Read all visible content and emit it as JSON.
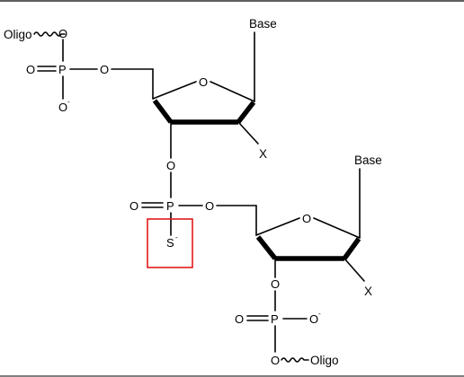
{
  "labels": {
    "oligo_top": "Oligo",
    "oligo_bottom": "Oligo",
    "base_top": "Base",
    "base_bottom": "Base",
    "x_top": "X",
    "x_bottom": "X"
  },
  "atoms": {
    "oxygen": "O",
    "phosphorus": "P",
    "sulfur": "S",
    "minus": "-"
  },
  "colors": {
    "highlight_box": "#e01a1a",
    "bond": "#000000",
    "top_border": "#000000"
  }
}
